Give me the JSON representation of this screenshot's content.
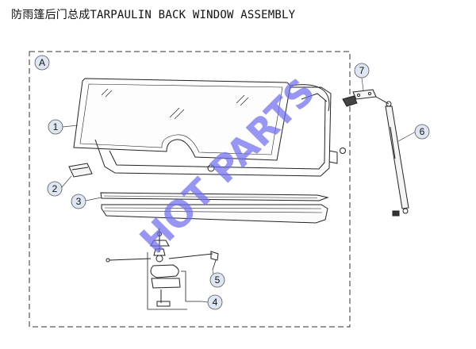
{
  "title": "防雨篷后门总成TARPAULIN BACK WINDOW ASSEMBLY",
  "view_label": "A",
  "watermark": "HOT PARTS",
  "colors": {
    "line": "#222222",
    "callout_fill": "#dfe6f3",
    "watermark": "#6f6df0"
  },
  "callouts": [
    {
      "id": "1",
      "label": "1"
    },
    {
      "id": "2",
      "label": "2"
    },
    {
      "id": "3",
      "label": "3"
    },
    {
      "id": "4",
      "label": "4"
    },
    {
      "id": "5",
      "label": "5"
    },
    {
      "id": "6",
      "label": "6"
    },
    {
      "id": "7",
      "label": "7"
    }
  ]
}
